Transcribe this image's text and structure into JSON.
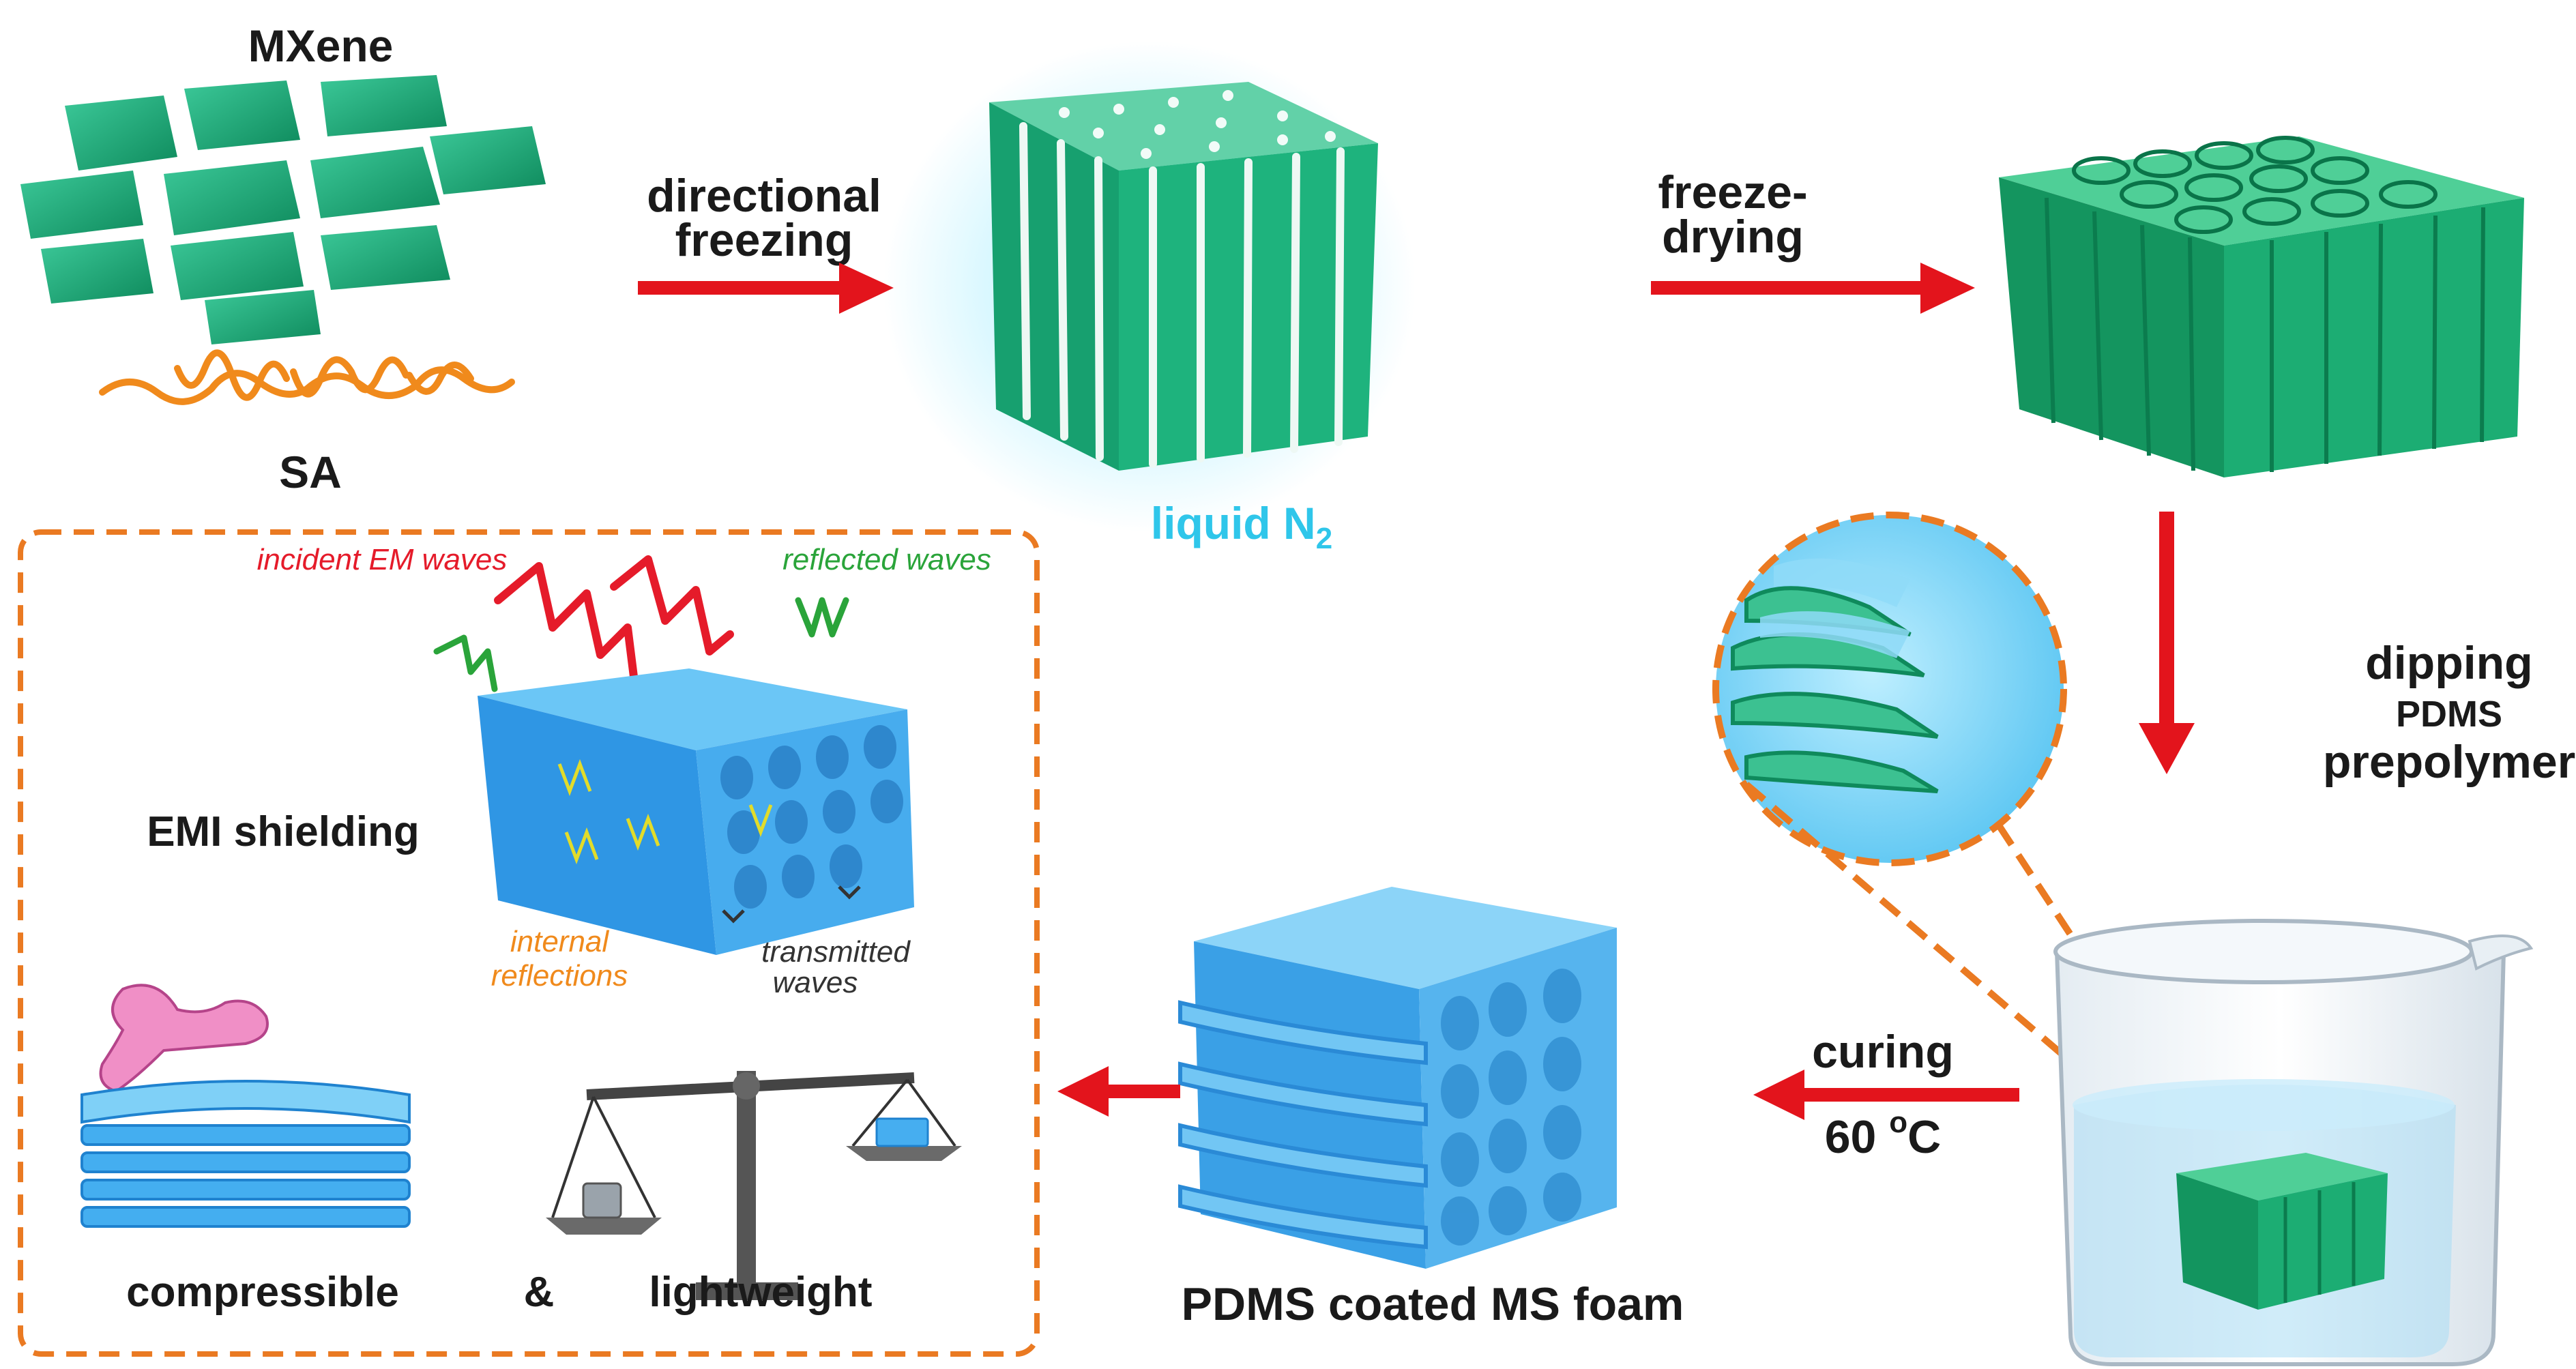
{
  "labels": {
    "mxene": "MXene",
    "sa": "SA",
    "directional_1": "directional",
    "directional_2": "freezing",
    "liquid_n2_main": "liquid N",
    "liquid_n2_sub": "2",
    "freeze_1": "freeze-",
    "freeze_2": "drying",
    "dipping_1": "dipping",
    "dipping_2": "PDMS",
    "dipping_3": "prepolymer",
    "curing_1": "curing",
    "curing_2": "60 ",
    "curing_sup": "o",
    "curing_unit": "C",
    "pdms_foam": "PDMS coated MS foam",
    "emi": "EMI shielding",
    "incident": "incident EM waves",
    "reflected": "reflected waves",
    "internal_1": "internal",
    "internal_2": "reflections",
    "transmitted_1": "transmitted",
    "transmitted_2": "waves",
    "compressible": "compressible",
    "amp": "&",
    "lightweight": "lightweight"
  },
  "colors": {
    "mxene_green": "#1fae7a",
    "mxene_dark": "#0f7f56",
    "sa_orange": "#f08a1c",
    "arrow_red": "#e3141c",
    "liquid_cyan": "#2fc6ea",
    "pdms_blue": "#3fa9ec",
    "pdms_light": "#7fd0f7",
    "dash_orange": "#ea7a22",
    "incident_red": "#e51b2a",
    "reflected_green": "#2aa43a",
    "internal_orange": "#f08a1c"
  }
}
